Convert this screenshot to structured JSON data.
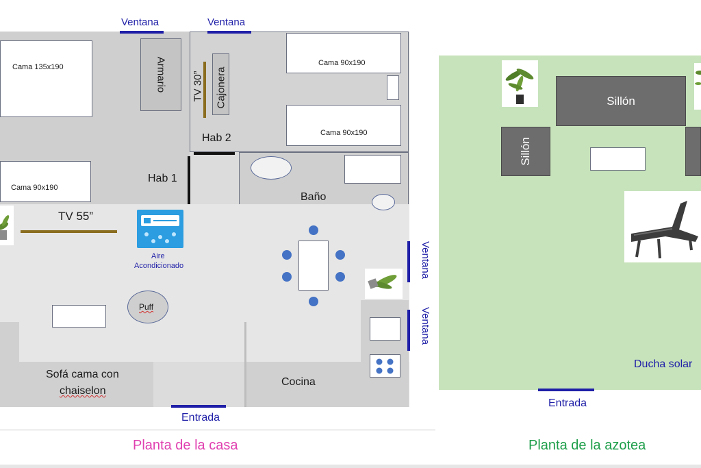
{
  "house": {
    "windows": {
      "top_left": "Ventana",
      "top_right": "Ventana",
      "right_upper": "Ventana",
      "right_lower": "Ventana"
    },
    "bedroom1": {
      "bed_double": "Cama 135x190",
      "bed_single": "Cama 90x190",
      "wardrobe": "Armario",
      "label": "Hab 1"
    },
    "bedroom2": {
      "tv": "TV 30”",
      "drawers": "Cajonera",
      "bed_a": "Cama 90x190",
      "bed_b": "Cama 90x190",
      "label": "Hab 2"
    },
    "bathroom": {
      "label": "Baño"
    },
    "living": {
      "tv": "TV 55”",
      "ac_line1": "Aire",
      "ac_line2": "Acondicionado",
      "puff": "Puff",
      "sofa_line1": "Sofá cama con",
      "sofa_line2": "chaiselon"
    },
    "kitchen": {
      "label": "Cocina"
    },
    "entrance": "Entrada",
    "caption": "Planta de la casa"
  },
  "rooftop": {
    "armchair_top": "Sillón",
    "armchair_left": "Sillón",
    "shower": "Ducha solar",
    "entrance": "Entrada",
    "caption": "Planta de la azotea"
  },
  "colors": {
    "window": "#1f1fa8",
    "room_fill": "#d2d2d2",
    "rooftop_fill": "#c7e3bb",
    "house_caption": "#e040b0",
    "rooftop_caption": "#1e9e4a",
    "dot": "#4472c4"
  }
}
